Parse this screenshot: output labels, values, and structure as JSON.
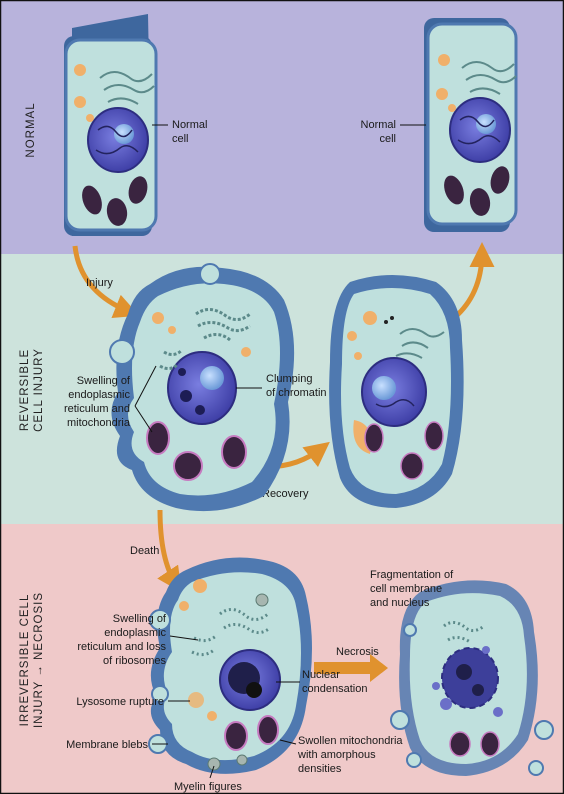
{
  "sections": {
    "normal": "NORMAL",
    "reversible_line1": "REVERSIBLE",
    "reversible_line2": "CELL INJURY",
    "irreversible_line1": "IRREVERSIBLE CELL",
    "irreversible_line2": "INJURY → NECROSIS"
  },
  "labels": {
    "normal_cell_left": [
      "Normal",
      "cell"
    ],
    "normal_cell_right": [
      "Normal",
      "cell"
    ],
    "injury": "Injury",
    "swelling_er_mito": [
      "Swelling of",
      "endoplasmic",
      "reticulum and",
      "mitochondria"
    ],
    "clumping": [
      "Clumping",
      "of chromatin"
    ],
    "recovery": "Recovery",
    "death": "Death",
    "fragmentation": [
      "Fragmentation of",
      "cell membrane",
      "and nucleus"
    ],
    "swelling_er_ribo": [
      "Swelling of",
      "endoplasmic",
      "reticulum and loss",
      "of ribosomes"
    ],
    "necrosis": "Necrosis",
    "nuclear_condensation": [
      "Nuclear",
      "condensation"
    ],
    "lysosome_rupture": "Lysosome rupture",
    "membrane_blebs": "Membrane blebs",
    "swollen_mito": [
      "Swollen mitochondria",
      "with amorphous",
      "densities"
    ],
    "myelin_figures": "Myelin figures"
  },
  "colors": {
    "band_normal": "#b8b3dc",
    "band_reversible": "#cde3dc",
    "band_irreversible": "#efc9c9",
    "cytoplasm": "#bfe0dd",
    "membrane": "#4f79b0",
    "nucleus": "#4a4cb6",
    "mitochondria": "#3a2440",
    "lysosome": "#f0b06a",
    "arrow": "#e0922e"
  }
}
